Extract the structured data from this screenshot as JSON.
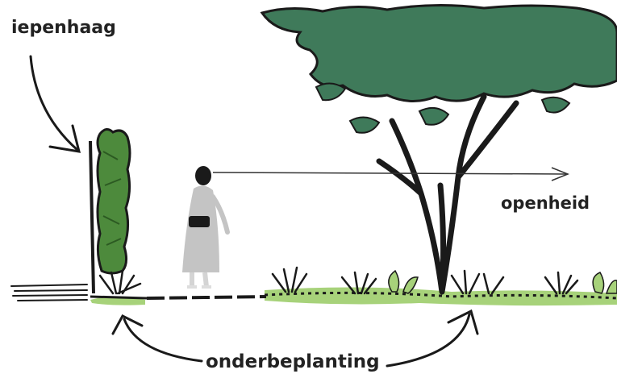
{
  "labels": {
    "hedge": "iepenhaag",
    "openness": "openheid",
    "underplanting": "onderbeplanting"
  },
  "colors": {
    "foliage": "#3f7a5a",
    "hedge_green": "#4d8a3c",
    "grass": "#a7d27a",
    "ink": "#1a1a1a",
    "coat": "#c4c4c4"
  },
  "icons": {
    "tree": "tree-icon",
    "hedge": "hedge-icon",
    "person": "walking-person-icon",
    "plants": "grass-tuft-icon"
  }
}
